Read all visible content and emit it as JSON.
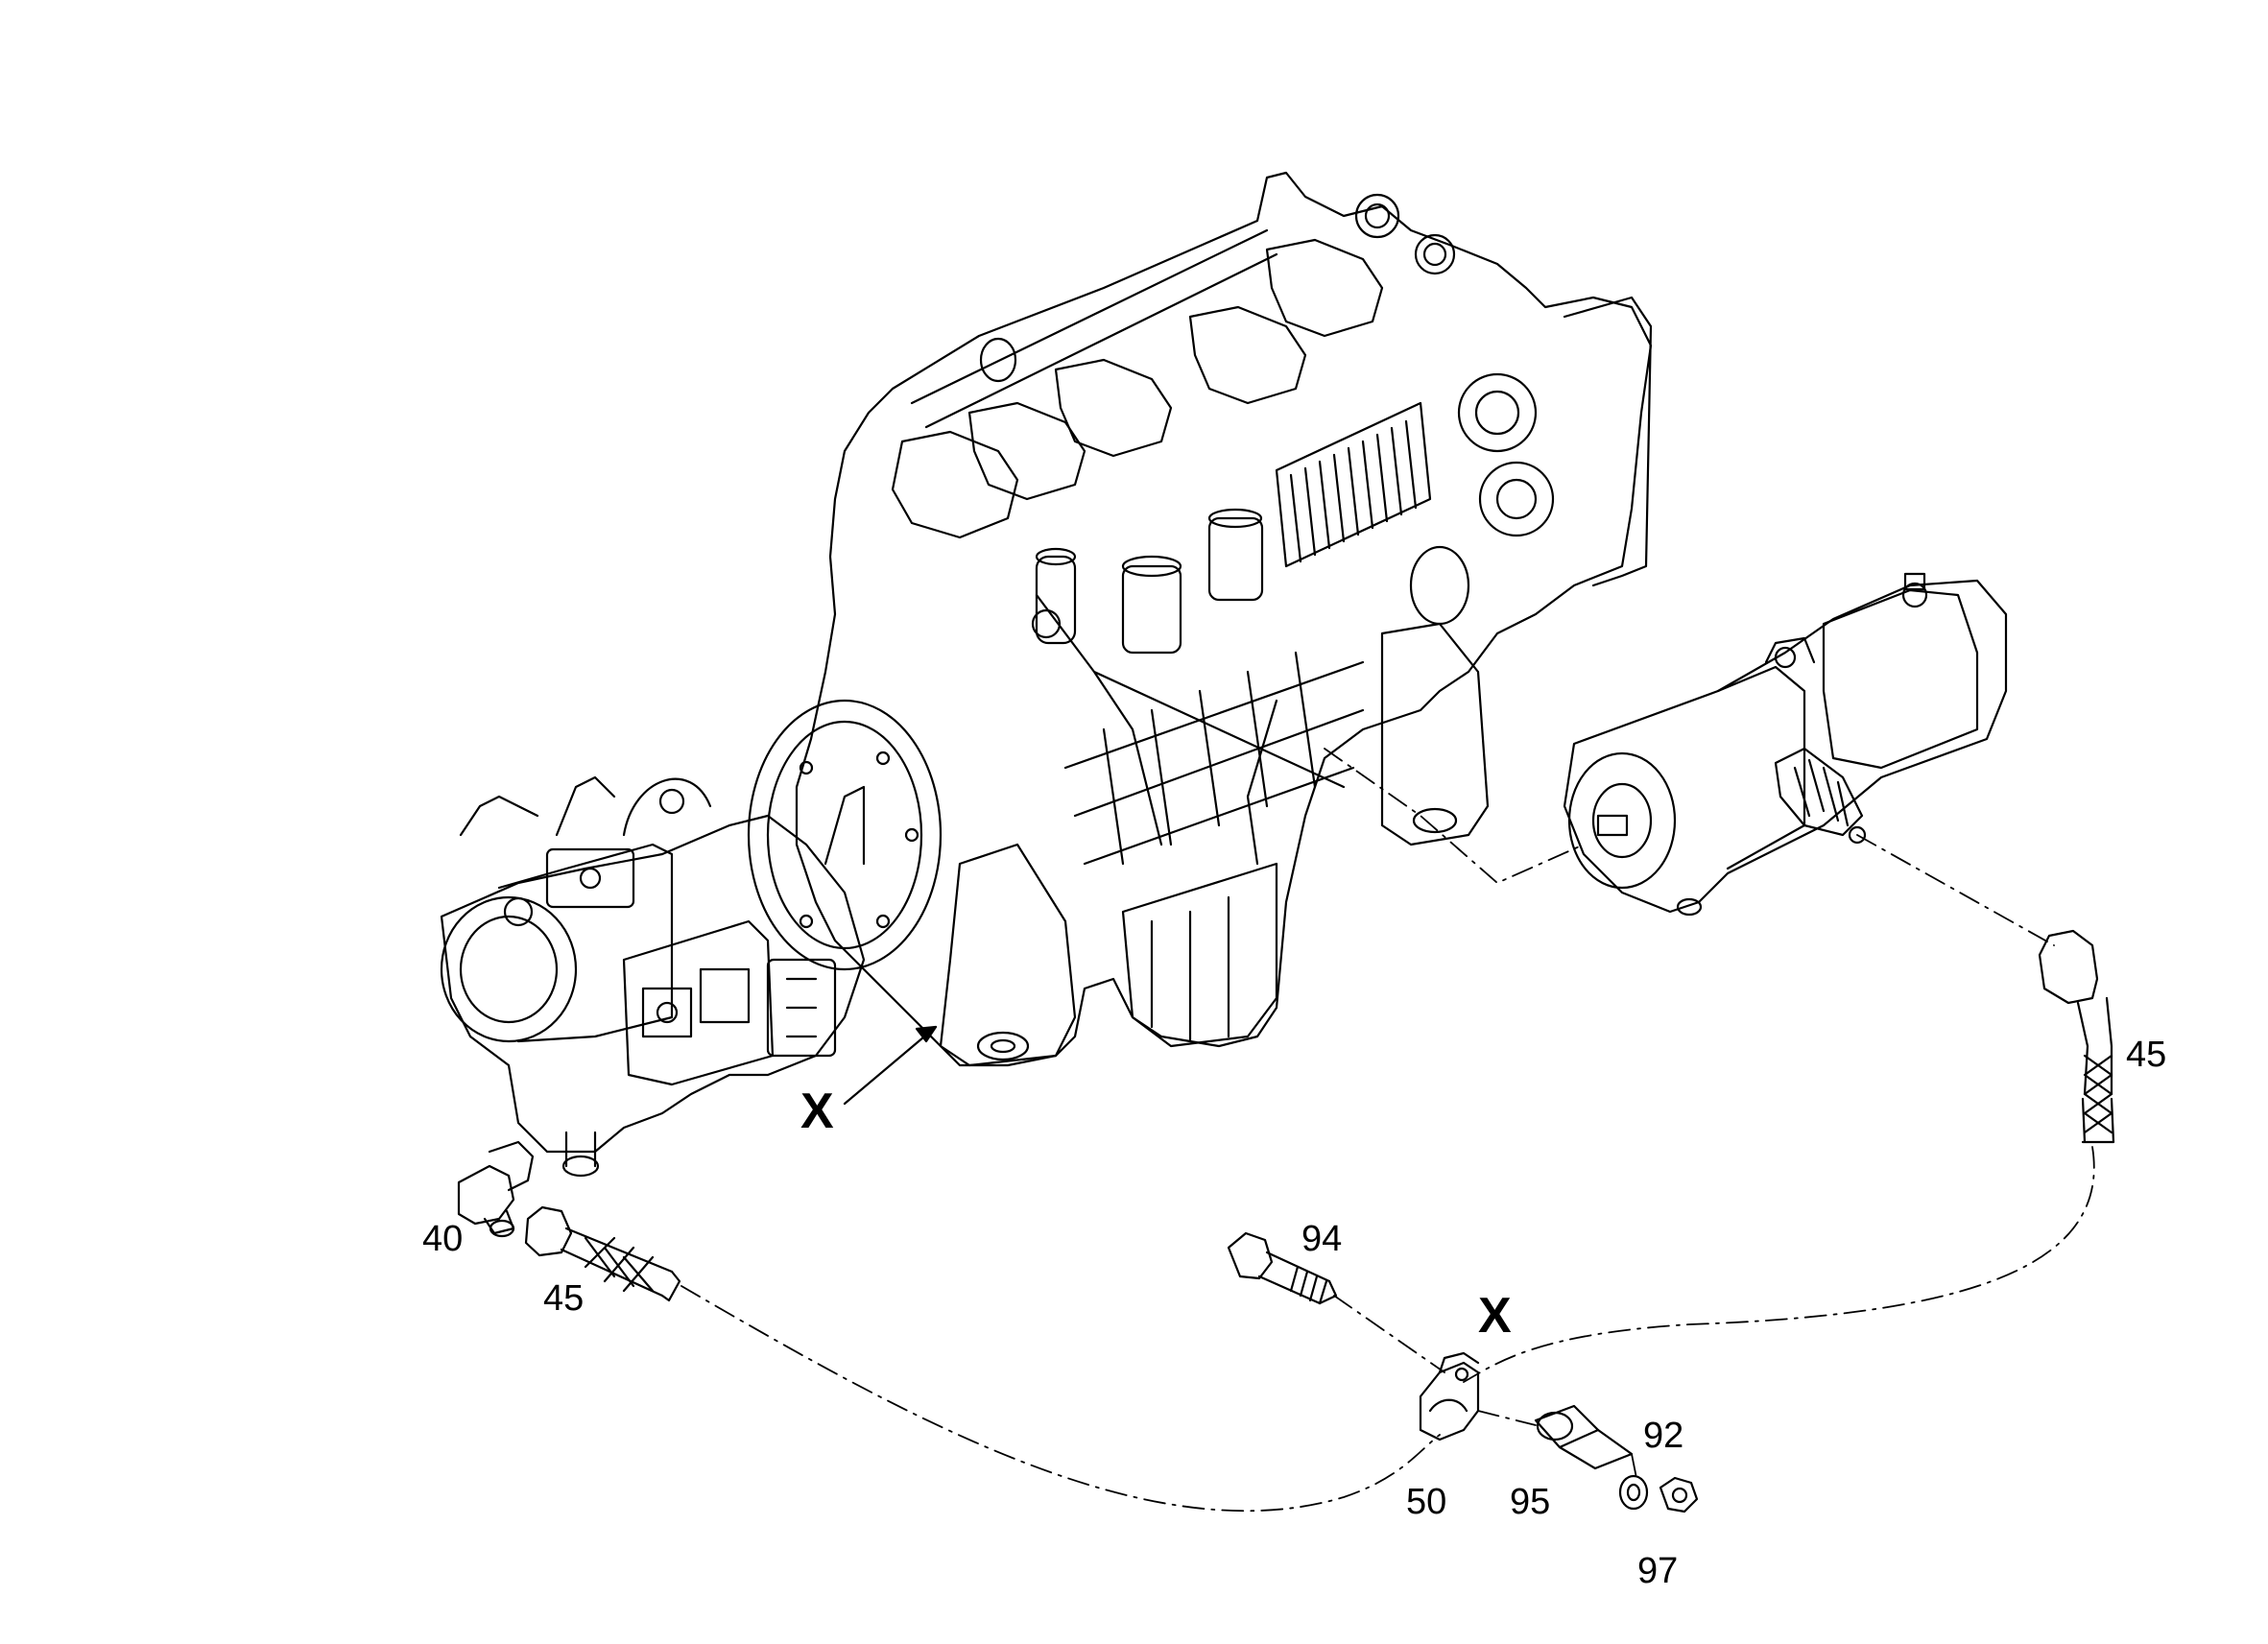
{
  "colors": {
    "line": "#000000",
    "background": "#ffffff"
  },
  "detail_marks": {
    "main": "X",
    "detail": "X"
  },
  "callouts": {
    "c40": "40",
    "c45_upper": "45",
    "c45_lower": "45",
    "c94": "94",
    "c50": "50",
    "c95": "95",
    "c92": "92",
    "c97": "97"
  }
}
